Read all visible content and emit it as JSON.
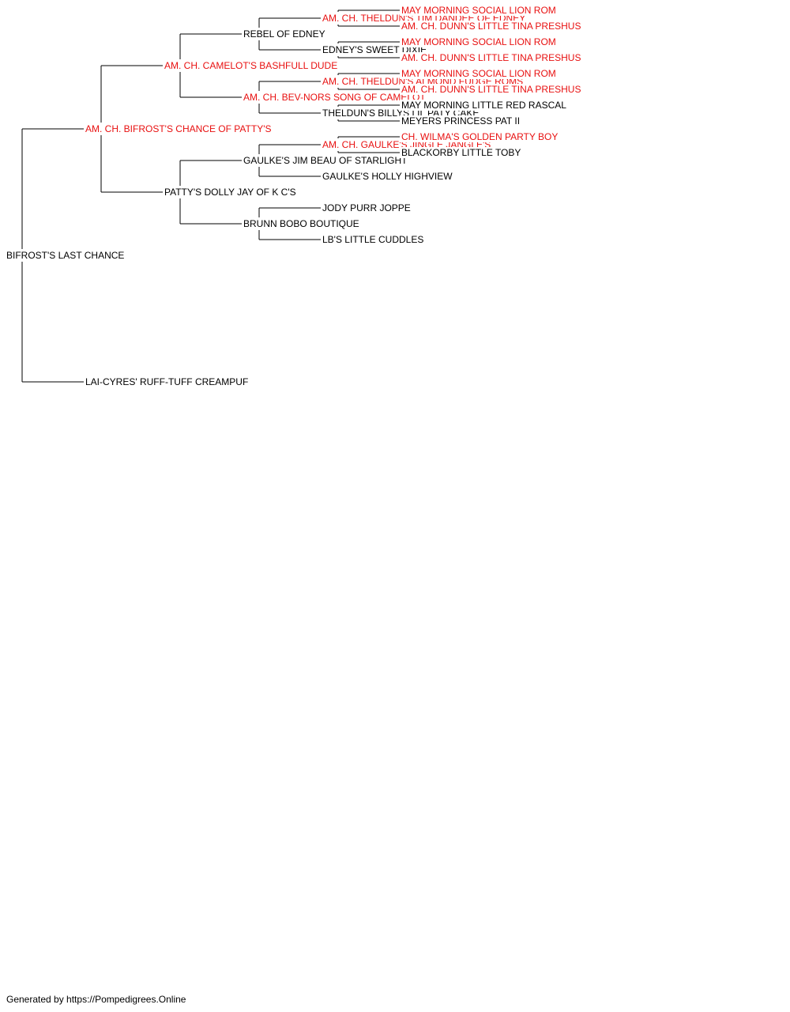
{
  "colors": {
    "champion": "#e81010",
    "normal": "#000000",
    "line": "#000000"
  },
  "pedigree": {
    "name": "BIFROST'S LAST CHANCE",
    "champion": false,
    "sire": {
      "name": "AM. CH. BIFROST'S CHANCE OF PATTY'S",
      "champion": true,
      "sire": {
        "name": "AM. CH. CAMELOT'S BASHFULL DUDE",
        "champion": true,
        "sire": {
          "name": "REBEL OF EDNEY",
          "champion": false,
          "sire": {
            "name": "AM. CH. THELDUN'S TIM DANDEE OF EDNEY",
            "champion": true,
            "sire": {
              "name": "MAY MORNING SOCIAL LION ROM",
              "champion": true
            },
            "dam": {
              "name": "AM. CH. DUNN'S LITTLE TINA PRESHUS",
              "champion": true
            }
          },
          "dam": {
            "name": "EDNEY'S SWEET DIXIE",
            "champion": false,
            "sire": {
              "name": "MAY MORNING SOCIAL LION ROM",
              "champion": true
            },
            "dam": {
              "name": "AM. CH. DUNN'S LITTLE TINA PRESHUS",
              "champion": true
            }
          }
        },
        "dam": {
          "name": "AM. CH. BEV-NORS SONG OF CAMELOT",
          "champion": true,
          "sire": {
            "name": "AM. CH. THELDUN'S ALMOND FUDGE ROMS",
            "champion": true,
            "sire": {
              "name": "MAY MORNING SOCIAL LION ROM",
              "champion": true
            },
            "dam": {
              "name": "AM. CH. DUNN'S LITTLE TINA PRESHUS",
              "champion": true
            }
          },
          "dam": {
            "name": "THELDUN'S BILLYS LIL PATY CAKE",
            "champion": false,
            "sire": {
              "name": "MAY MORNING LITTLE RED RASCAL",
              "champion": false
            },
            "dam": {
              "name": "MEYERS PRINCESS PAT II",
              "champion": false
            }
          }
        }
      },
      "dam": {
        "name": "PATTY'S DOLLY JAY OF K C'S",
        "champion": false,
        "sire": {
          "name": "GAULKE'S JIM BEAU OF STARLIGHT",
          "champion": false,
          "sire": {
            "name": "AM. CH. GAULKE'S JINGLE JANGLE'S",
            "champion": true,
            "sire": {
              "name": "CH. WILMA'S GOLDEN PARTY BOY",
              "champion": true
            },
            "dam": {
              "name": "BLACKORBY LITTLE TOBY",
              "champion": false
            }
          },
          "dam": {
            "name": "GAULKE'S HOLLY HIGHVIEW",
            "champion": false
          }
        },
        "dam": {
          "name": "BRUNN BOBO BOUTIQUE",
          "champion": false,
          "sire": {
            "name": "JODY PURR JOPPE",
            "champion": false
          },
          "dam": {
            "name": "LB'S LITTLE CUDDLES",
            "champion": false
          }
        }
      }
    },
    "dam": {
      "name": "LAI-CYRES' RUFF-TUFF CREAMPUF",
      "champion": false
    }
  },
  "footer": "Generated by https://Pompedigrees.Online"
}
